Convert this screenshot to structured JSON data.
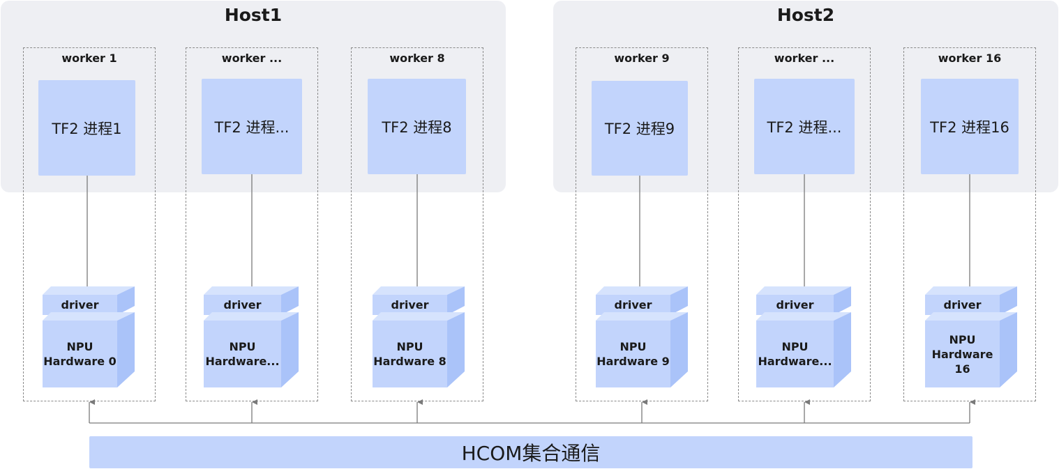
{
  "hosts": [
    {
      "title": "Host1"
    },
    {
      "title": "Host2"
    }
  ],
  "workers": [
    {
      "label": "worker 1",
      "process": "TF2 进程1",
      "driver": "driver",
      "npu_line1": "NPU",
      "npu_line2": "Hardware 0",
      "npu_line3": ""
    },
    {
      "label": "worker ...",
      "process": "TF2 进程...",
      "driver": "driver",
      "npu_line1": "NPU",
      "npu_line2": "Hardware...",
      "npu_line3": ""
    },
    {
      "label": "worker 8",
      "process": "TF2 进程8",
      "driver": "driver",
      "npu_line1": "NPU",
      "npu_line2": "Hardware 8",
      "npu_line3": ""
    },
    {
      "label": "worker 9",
      "process": "TF2 进程9",
      "driver": "driver",
      "npu_line1": "NPU",
      "npu_line2": "Hardware 9",
      "npu_line3": ""
    },
    {
      "label": "worker ...",
      "process": "TF2 进程...",
      "driver": "driver",
      "npu_line1": "NPU",
      "npu_line2": "Hardware...",
      "npu_line3": ""
    },
    {
      "label": "worker 16",
      "process": "TF2 进程16",
      "driver": "driver",
      "npu_line1": "NPU",
      "npu_line2": "Hardware",
      "npu_line3": "16"
    }
  ],
  "bus": {
    "label": "HCOM集合通信"
  },
  "colors": {
    "host_bg": "#eeeff3",
    "process_fill": "#c2d4fc",
    "cube_front": "#c2d4fc",
    "cube_top": "#d6e3fd",
    "cube_side": "#aac3f9",
    "connector": "#7a7a7a"
  }
}
